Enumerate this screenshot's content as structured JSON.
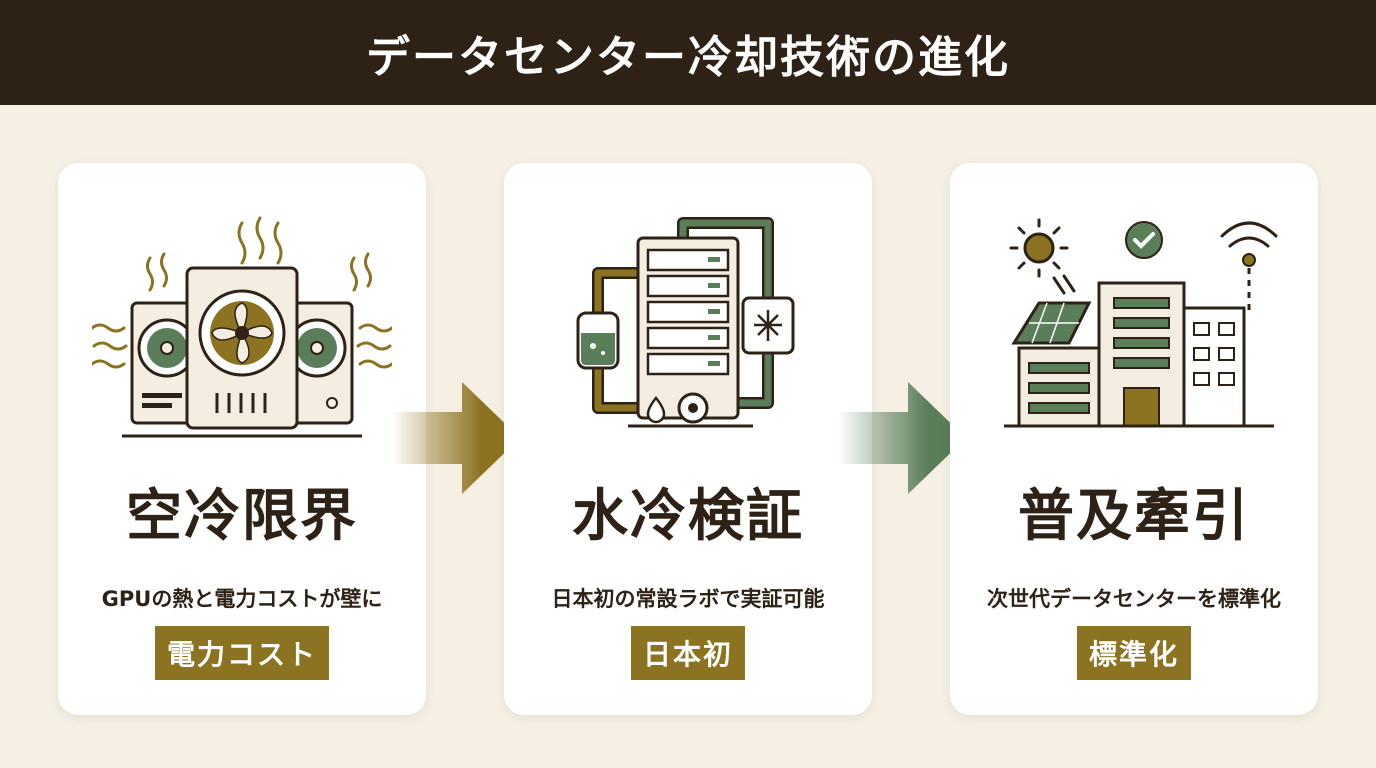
{
  "title": "データセンター冷却技術の進化",
  "colors": {
    "header_bg": "#2e2216",
    "accent_gold": "#8c7321",
    "accent_green": "#5a7d5a",
    "page_bg": "#f5efe4"
  },
  "stages": [
    {
      "title": "空冷限界",
      "description": "GPUの熱と電力コストが壁に",
      "badge": "電力コスト",
      "icon": "overheating-server-fans-icon"
    },
    {
      "title": "水冷検証",
      "description": "日本初の常設ラボで実証可能",
      "badge": "日本初",
      "icon": "liquid-cooling-loop-icon"
    },
    {
      "title": "普及牽引",
      "description": "次世代データセンターを標準化",
      "badge": "標準化",
      "icon": "smart-datacenter-building-icon"
    }
  ],
  "arrows": [
    {
      "icon": "arrow-right-icon",
      "color": "#8c7321"
    },
    {
      "icon": "arrow-right-icon",
      "color": "#5a7d5a"
    }
  ]
}
